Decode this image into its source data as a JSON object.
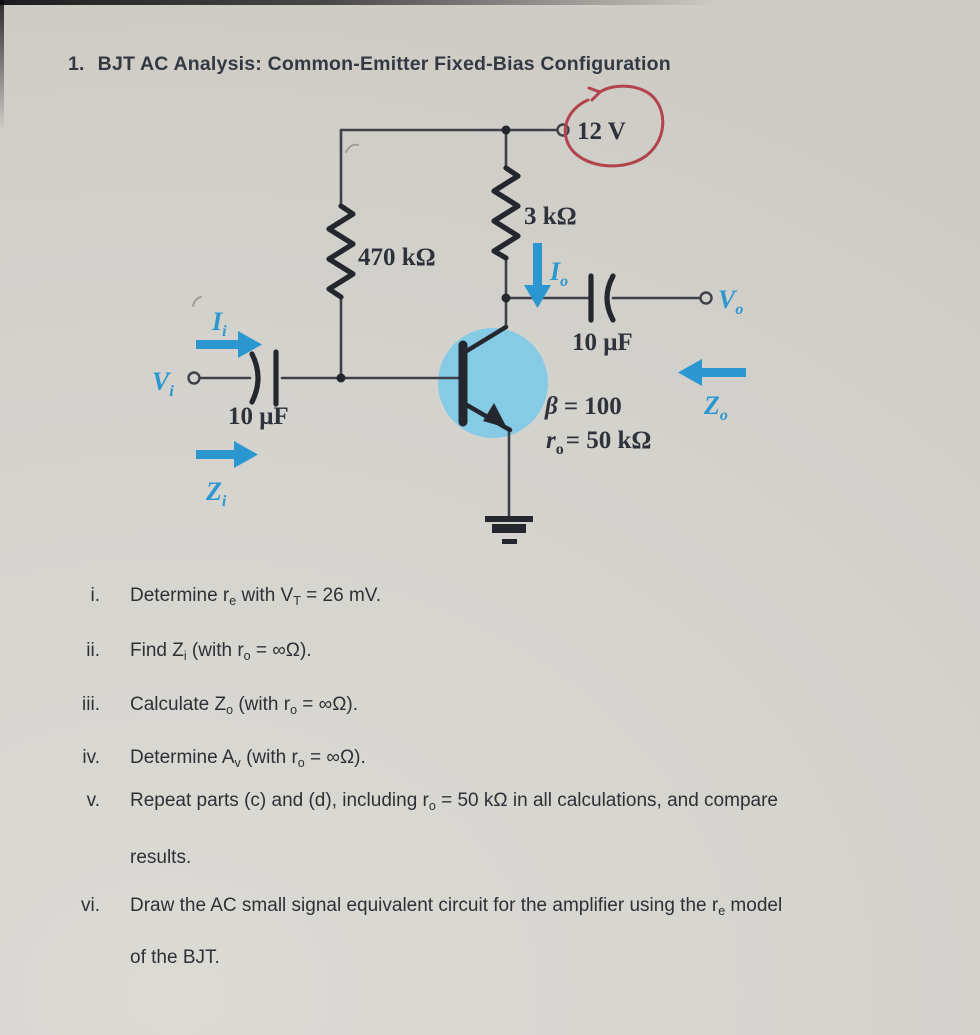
{
  "page": {
    "title_number": "1.",
    "title": "BJT AC Analysis: Common-Emitter Fixed-Bias Configuration"
  },
  "circuit": {
    "supply_label": "12 V",
    "rb_label": "470 kΩ",
    "rc_label": "3 kΩ",
    "cap_in_label": "10 μF",
    "cap_out_label": "10 μF",
    "beta": {
      "sym": "β",
      "val": "= 100"
    },
    "ro": {
      "sym": "r",
      "sub": "o",
      "val": "= 50 kΩ"
    },
    "io": {
      "m": "I",
      "s": "o"
    },
    "vo": {
      "m": "V",
      "s": "o"
    },
    "vi": {
      "m": "V",
      "s": "i"
    },
    "ii": {
      "m": "I",
      "s": "i"
    },
    "zi": {
      "m": "Z",
      "s": "i"
    },
    "zo": {
      "m": "Z",
      "s": "o"
    },
    "colors": {
      "blue": "#2b97d0",
      "red": "#b2434c",
      "ink": "#24282e",
      "wire": "#3e4248",
      "transistor_fill": "#85cbe6"
    }
  },
  "questions": [
    {
      "num": "i.",
      "lines": [
        [
          {
            "t": "Determine r"
          },
          {
            "s": "e"
          },
          {
            "t": " with V"
          },
          {
            "s": "T"
          },
          {
            "t": " = 26 mV."
          }
        ]
      ]
    },
    {
      "num": "ii.",
      "lines": [
        [
          {
            "t": "Find Z"
          },
          {
            "s": "i"
          },
          {
            "t": " (with r"
          },
          {
            "s": "o"
          },
          {
            "t": " = ∞Ω)."
          }
        ]
      ]
    },
    {
      "num": "iii.",
      "lines": [
        [
          {
            "t": "Calculate Z"
          },
          {
            "s": "o"
          },
          {
            "t": " (with r"
          },
          {
            "s": "o"
          },
          {
            "t": " = ∞Ω)."
          }
        ]
      ]
    },
    {
      "num": "iv.",
      "lines": [
        [
          {
            "t": "Determine A"
          },
          {
            "s": "v"
          },
          {
            "t": " (with r"
          },
          {
            "s": "o"
          },
          {
            "t": " = ∞Ω)."
          }
        ]
      ]
    },
    {
      "num": "v.",
      "lines": [
        [
          {
            "t": "Repeat parts (c) and (d), including r"
          },
          {
            "s": "o"
          },
          {
            "t": " = 50 kΩ in all calculations, and compare"
          }
        ],
        [
          {
            "t": "results."
          }
        ]
      ]
    },
    {
      "num": "vi.",
      "lines": [
        [
          {
            "t": "Draw the AC small signal equivalent circuit for the amplifier using the r"
          },
          {
            "s": "e"
          },
          {
            "t": " model"
          }
        ],
        [
          {
            "t": "of the BJT."
          }
        ]
      ]
    }
  ]
}
